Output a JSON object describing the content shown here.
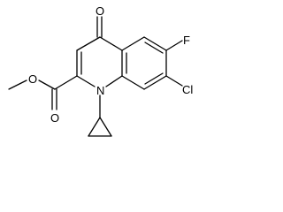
{
  "molecule": {
    "atoms": {
      "O_keto": "O",
      "F": "F",
      "Cl": "Cl",
      "N": "N",
      "O_carbonyl": "O",
      "O_ester": "O"
    },
    "colors": {
      "bond": "#000000",
      "label": "#000000",
      "background": "#ffffff"
    }
  }
}
